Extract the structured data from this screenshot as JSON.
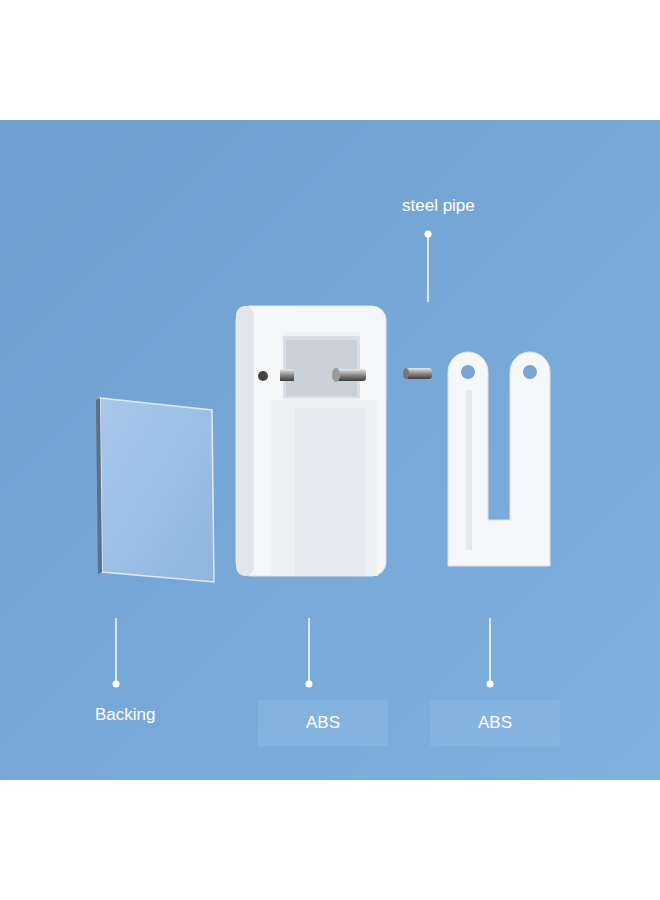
{
  "diagram": {
    "nodes": [
      {
        "text": [
          "ABS"
        ]
      },
      {
        "text": [
          "ABS"
        ]
      }
    ],
    "labels": [
      "steel pipe",
      "Backing"
    ]
  }
}
